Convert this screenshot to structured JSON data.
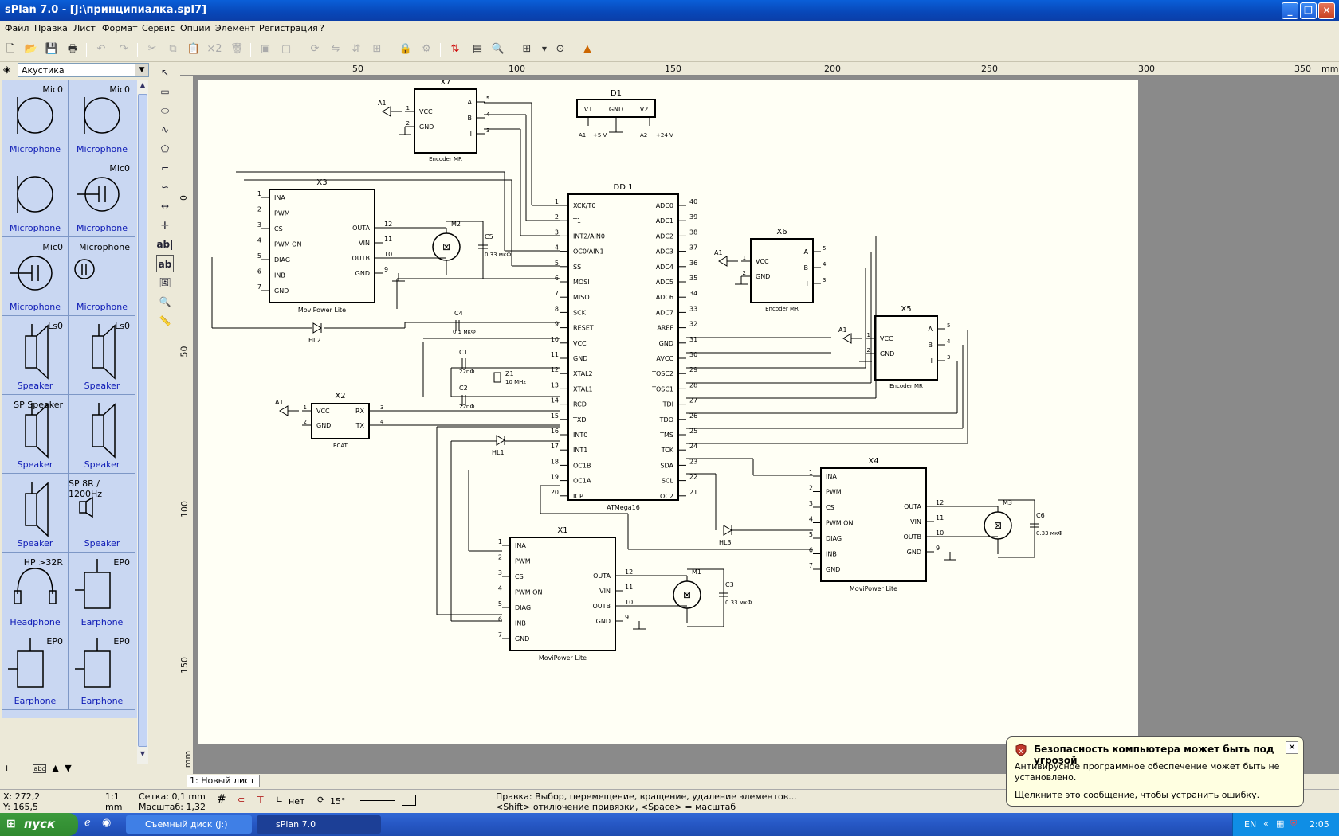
{
  "window": {
    "title": "sPlan 7.0 - [J:\\принципиалка.spl7]",
    "minimize": "_",
    "restore": "❐",
    "close": "✕"
  },
  "menu": [
    "Файл",
    "Правка",
    "Лист",
    "Формат",
    "Сервис",
    "Опции",
    "Элемент",
    "Регистрация",
    "?"
  ],
  "library": {
    "selected": "Акустика",
    "items": [
      {
        "label": "Microphone",
        "tag": "Mic0",
        "icon": "microphone-icon"
      },
      {
        "label": "Microphone",
        "tag": "Mic0",
        "icon": "microphone-icon"
      },
      {
        "label": "Microphone",
        "tag": "",
        "icon": "microphone-icon"
      },
      {
        "label": "Microphone",
        "tag": "Mic0",
        "icon": "microphone-capacitor-icon"
      },
      {
        "label": "Microphone",
        "tag": "Mic0",
        "icon": "microphone-capacitor-icon"
      },
      {
        "label": "Microphone",
        "tag": "Microphone",
        "icon": "microphone-small-icon"
      },
      {
        "label": "Speaker",
        "tag": "Ls0",
        "icon": "speaker-icon"
      },
      {
        "label": "Speaker",
        "tag": "Ls0",
        "icon": "speaker-icon"
      },
      {
        "label": "Speaker",
        "tag": "SP Speaker",
        "icon": "speaker-icon"
      },
      {
        "label": "Speaker",
        "tag": "",
        "icon": "speaker-icon"
      },
      {
        "label": "Speaker",
        "tag": "",
        "icon": "speaker-icon"
      },
      {
        "label": "Speaker",
        "tag": "SP 8R / 1200Hz",
        "icon": "speaker-small-icon"
      },
      {
        "label": "Headphone",
        "tag": "HP >32R",
        "icon": "headphone-icon"
      },
      {
        "label": "Earphone",
        "tag": "EP0",
        "icon": "earphone-icon"
      },
      {
        "label": "Earphone",
        "tag": "EP0",
        "icon": "earphone-icon"
      },
      {
        "label": "Earphone",
        "tag": "EP0",
        "icon": "earphone-icon"
      }
    ]
  },
  "ruler": {
    "h": [
      "50",
      "100",
      "150",
      "200",
      "250",
      "300",
      "350",
      "mm"
    ],
    "v": [
      "0",
      "50",
      "100",
      "150",
      "mm"
    ]
  },
  "sheet_tab": "1: Новый лист",
  "status": {
    "x": "X: 272,2",
    "y": "Y: 165,5",
    "scale_ratio": "1:1",
    "scale_unit": "mm",
    "grid": "Сетка: 0,1 mm",
    "zoom": "Масштаб:  1,32",
    "snap": "нет",
    "angle": "15°",
    "hint1": "Правка: Выбор, перемещение, вращение, удаление элементов...",
    "hint2": "<Shift> отключение привязки, <Space> = масштаб"
  },
  "taskbar": {
    "start": "пуск",
    "tasks": [
      "Съемный диск (J:)",
      "sPlan 7.0"
    ],
    "lang": "EN",
    "clock": "2:05"
  },
  "balloon": {
    "title": "Безопасность компьютера может быть под угрозой",
    "body": "Антивирусное программное обеспечение может быть не установлено.",
    "action": "Щелкните это сообщение, чтобы устранить ошибку.",
    "close": "✕"
  },
  "schematic": {
    "dd1": {
      "name": "DD 1",
      "part": "ATMega16",
      "left_pins": [
        [
          "1",
          "XCK/T0"
        ],
        [
          "2",
          "T1"
        ],
        [
          "3",
          "INT2/AIN0"
        ],
        [
          "4",
          "OC0/AIN1"
        ],
        [
          "5",
          "SS"
        ],
        [
          "6",
          "MOSI"
        ],
        [
          "7",
          "MISO"
        ],
        [
          "8",
          "SCK"
        ],
        [
          "9",
          "RESET"
        ],
        [
          "10",
          "VCC"
        ],
        [
          "11",
          "GND"
        ],
        [
          "12",
          "XTAL2"
        ],
        [
          "13",
          "XTAL1"
        ],
        [
          "14",
          "RCD"
        ],
        [
          "15",
          "TXD"
        ],
        [
          "16",
          "INT0"
        ],
        [
          "17",
          "INT1"
        ],
        [
          "18",
          "OC1B"
        ],
        [
          "19",
          "OC1A"
        ],
        [
          "20",
          "ICP"
        ]
      ],
      "right_pins": [
        [
          "40",
          "ADC0"
        ],
        [
          "39",
          "ADC1"
        ],
        [
          "38",
          "ADC2"
        ],
        [
          "37",
          "ADC3"
        ],
        [
          "36",
          "ADC4"
        ],
        [
          "35",
          "ADC5"
        ],
        [
          "34",
          "ADC6"
        ],
        [
          "33",
          "ADC7"
        ],
        [
          "32",
          "AREF"
        ],
        [
          "31",
          "GND"
        ],
        [
          "30",
          "AVCC"
        ],
        [
          "29",
          "TOSC2"
        ],
        [
          "28",
          "TOSC1"
        ],
        [
          "27",
          "TDI"
        ],
        [
          "26",
          "TDO"
        ],
        [
          "25",
          "TMS"
        ],
        [
          "24",
          "TCK"
        ],
        [
          "23",
          "SDA"
        ],
        [
          "22",
          "SCL"
        ],
        [
          "21",
          "OC2"
        ]
      ]
    },
    "drivers": [
      {
        "name": "X3",
        "part": "MoviPower Lite",
        "motor": "M2",
        "cap": "C5",
        "capval": "0.33 мкФ"
      },
      {
        "name": "X4",
        "part": "MoviPower Lite",
        "motor": "M3",
        "cap": "C6",
        "capval": "0.33 мкФ"
      },
      {
        "name": "X1",
        "part": "MoviPower Lite",
        "motor": "M1",
        "cap": "C3",
        "capval": "0.33 мкФ"
      }
    ],
    "driver_left": [
      "INA",
      "PWM",
      "CS",
      "PWM ON",
      "DIAG",
      "INB",
      "GND"
    ],
    "driver_right": [
      "OUTA",
      "VIN",
      "OUTB",
      "GND"
    ],
    "encoders": [
      {
        "name": "X7",
        "part": "Encoder MR"
      },
      {
        "name": "X6",
        "part": "Encoder MR"
      },
      {
        "name": "X5",
        "part": "Encoder MR"
      }
    ],
    "enc_left": [
      "VCC",
      "GND"
    ],
    "enc_right": [
      "A",
      "B",
      "I"
    ],
    "x2": {
      "name": "X2",
      "part": "RCAT",
      "left": [
        "VCC",
        "GND"
      ],
      "right": [
        "RX",
        "TX"
      ]
    },
    "d1": {
      "name": "D1",
      "pins": [
        "V1",
        "GND",
        "V2"
      ],
      "n1": "A1",
      "v1": "+5 V",
      "n2": "A2",
      "v2": "+24 V"
    },
    "caps": [
      {
        "name": "C4",
        "val": "0.1 мкФ"
      },
      {
        "name": "C1",
        "val": "22пФ"
      },
      {
        "name": "C2",
        "val": "22пФ"
      }
    ],
    "crystal": {
      "name": "Z1",
      "val": "10 MHz"
    },
    "leds": [
      "HL2",
      "HL1",
      "HL3"
    ],
    "nets": {
      "a1": "A1",
      "a2": "A2"
    }
  }
}
